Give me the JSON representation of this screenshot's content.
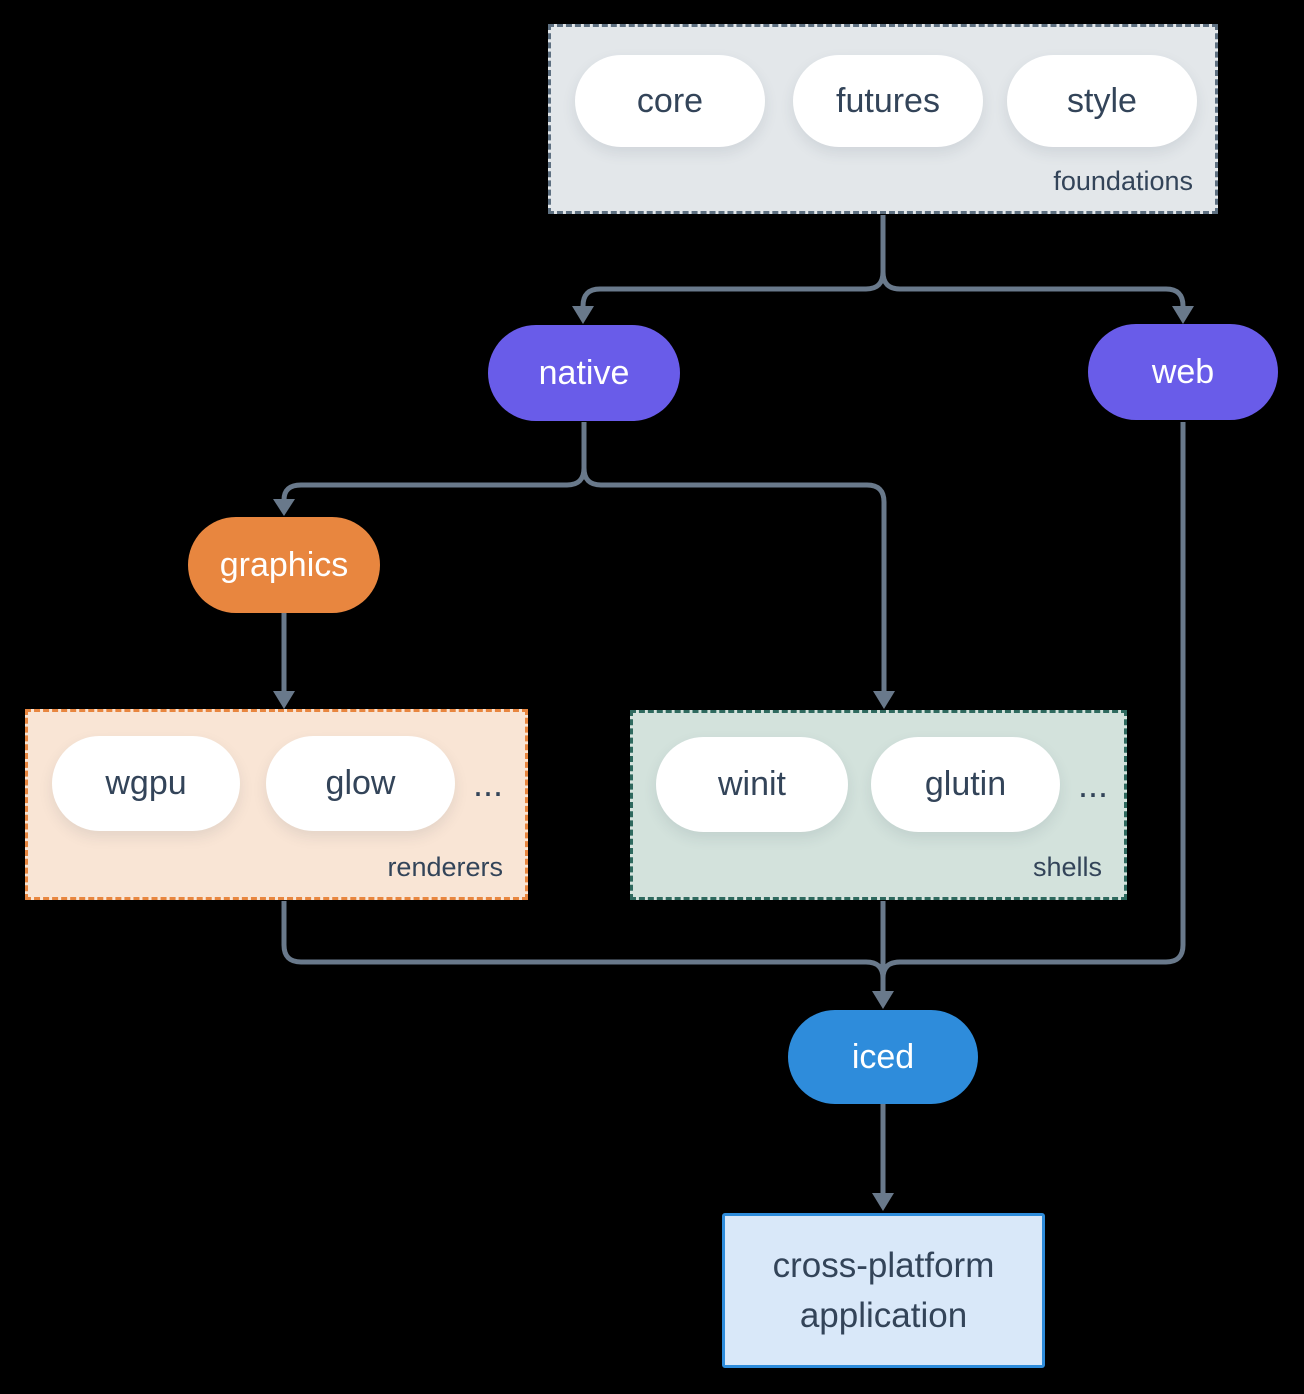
{
  "diagram": {
    "description": "iced crate ecosystem dependency graph",
    "foundations_group": {
      "label": "foundations",
      "items": [
        "core",
        "futures",
        "style"
      ]
    },
    "nodes": {
      "native": "native",
      "web": "web",
      "graphics": "graphics",
      "iced": "iced",
      "application": "cross-platform application"
    },
    "renderers_group": {
      "label": "renderers",
      "items": [
        "wgpu",
        "glow"
      ],
      "ellipsis": "..."
    },
    "shells_group": {
      "label": "shells",
      "items": [
        "winit",
        "glutin"
      ],
      "ellipsis": "..."
    },
    "edges": [
      {
        "from": "foundations",
        "to": "native"
      },
      {
        "from": "foundations",
        "to": "web"
      },
      {
        "from": "native",
        "to": "graphics"
      },
      {
        "from": "native",
        "to": "shells"
      },
      {
        "from": "graphics",
        "to": "renderers"
      },
      {
        "from": "renderers",
        "to": "iced"
      },
      {
        "from": "shells",
        "to": "iced"
      },
      {
        "from": "web",
        "to": "iced"
      },
      {
        "from": "iced",
        "to": "application"
      }
    ]
  },
  "colors": {
    "background": "#000000",
    "connector": "#69798B",
    "platform_pill": "#695CE9",
    "graphics_pill": "#E8863F",
    "iced_pill": "#2E8CDB",
    "foundations_fill": "#E3E7EA",
    "foundations_border": "#5E7081",
    "renderers_fill": "#F9E5D5",
    "renderers_border": "#E8863F",
    "shells_fill": "#D3E2DC",
    "shells_border": "#2E695E",
    "application_fill": "#D9E8F9",
    "application_border": "#2E8CDB",
    "dark_text": "#334459",
    "light_text": "#FFFFFF"
  }
}
